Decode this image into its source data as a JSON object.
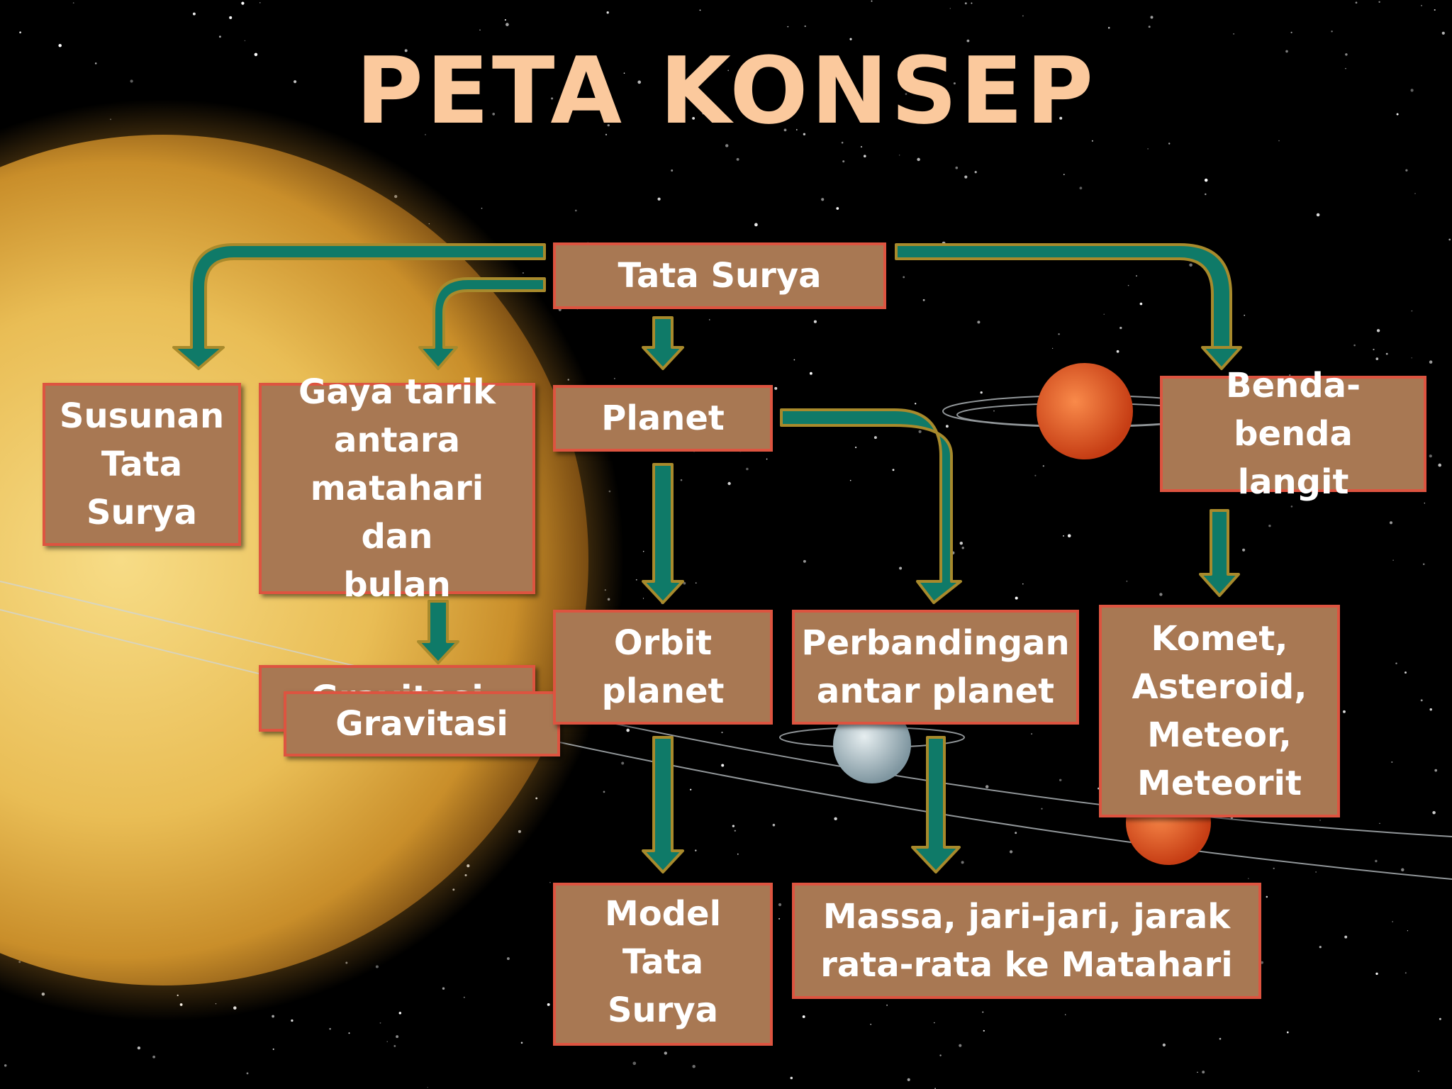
{
  "title": "PETA KONSEP",
  "background": {
    "sky_color": "#000000",
    "sun_color": "#e7b447",
    "planet_color": "#e0542a"
  },
  "colors": {
    "box_fill": "#a87853",
    "box_border": "#dd5440",
    "arrow_fill": "#0f7a68",
    "arrow_outline": "#a88a2c",
    "title": "#fbc99d"
  },
  "nodes": {
    "tata_surya": "Tata Surya",
    "susunan": "Susunan\nTata\nSurya",
    "gaya_tarik": "Gaya tarik\nantara\nmatahari dan\nbulan",
    "gravitasi_back": "Gravitasi",
    "gravitasi": "Gravitasi",
    "planet": "Planet",
    "orbit": "Orbit\nplanet",
    "model": "Model\nTata Surya",
    "perbandingan": "Perbandingan\nantar planet",
    "massa": "Massa, jari-jari, jarak\nrata-rata ke Matahari",
    "benda": "Benda-benda\nlangit",
    "komet": "Komet,\nAsteroid,\nMeteor,\nMeteorit"
  }
}
